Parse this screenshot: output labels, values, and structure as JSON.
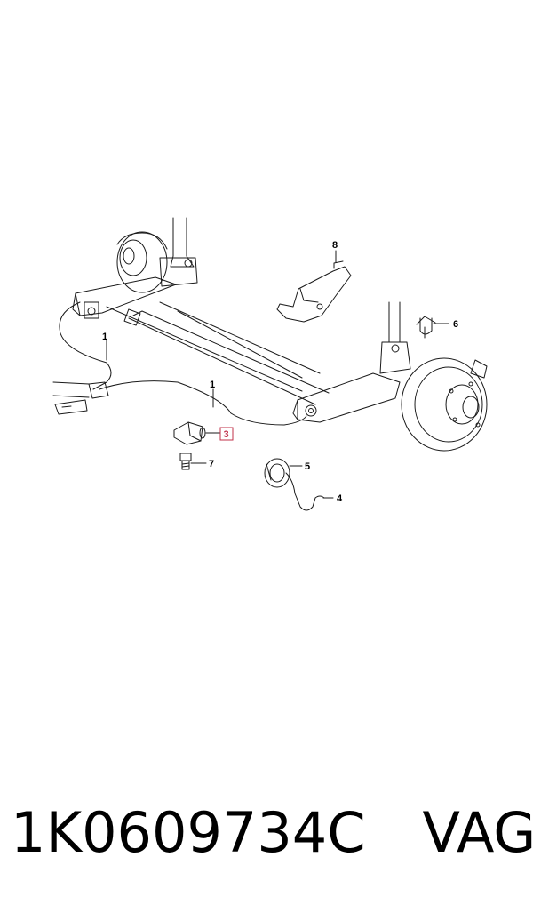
{
  "diagram": {
    "callouts": [
      {
        "id": "1a",
        "label": "1"
      },
      {
        "id": "1b",
        "label": "1"
      },
      {
        "id": "3",
        "label": "3",
        "highlighted": true
      },
      {
        "id": "4",
        "label": "4"
      },
      {
        "id": "5",
        "label": "5"
      },
      {
        "id": "6",
        "label": "6"
      },
      {
        "id": "7",
        "label": "7"
      },
      {
        "id": "8",
        "label": "8"
      }
    ],
    "line_color": "#1a1a1a",
    "highlight_color": "#c0304a"
  },
  "caption": {
    "part_number": "1K0609734C",
    "brand": "VAG"
  }
}
